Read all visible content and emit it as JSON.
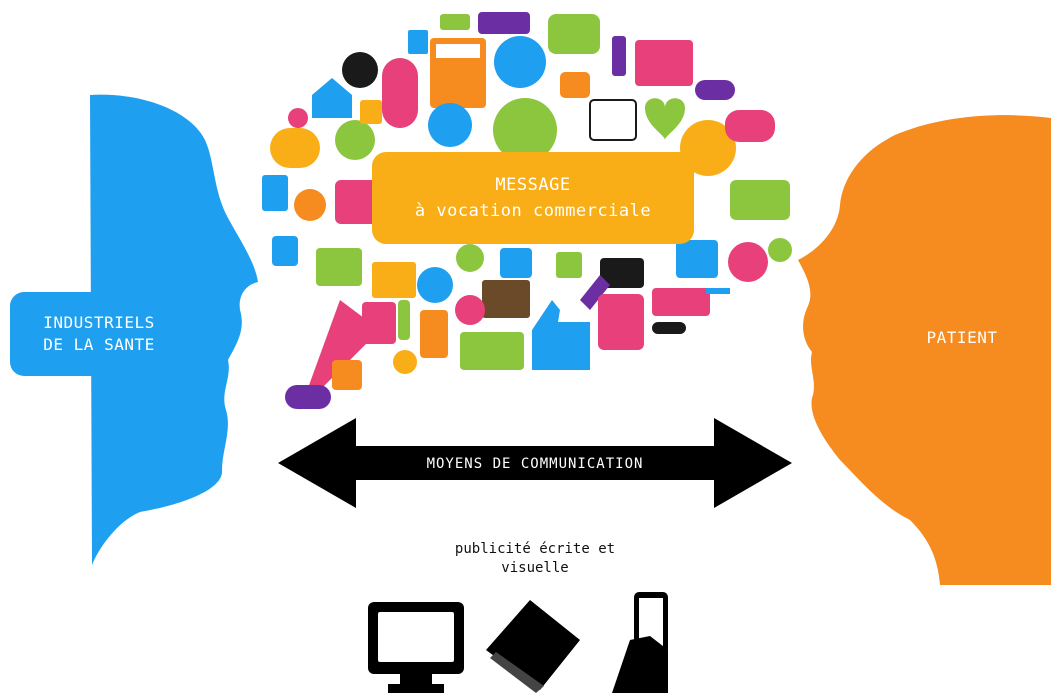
{
  "left_actor": {
    "line1": "INDUSTRIELS",
    "line2": "DE LA SANTE"
  },
  "right_actor": {
    "label": "PATIENT"
  },
  "message": {
    "line1": "MESSAGE",
    "line2": "à vocation commerciale"
  },
  "channel": {
    "label": "MOYENS DE COMMUNICATION"
  },
  "media": {
    "caption_line1": "publicité écrite et",
    "caption_line2": "visuelle"
  },
  "icons": [
    "monitor-icon",
    "magazine-icon",
    "smartphone-icon"
  ],
  "colors": {
    "blue": "#1f9ff0",
    "orange": "#f68b1f",
    "yellow": "#f9ae18",
    "black": "#000000"
  }
}
